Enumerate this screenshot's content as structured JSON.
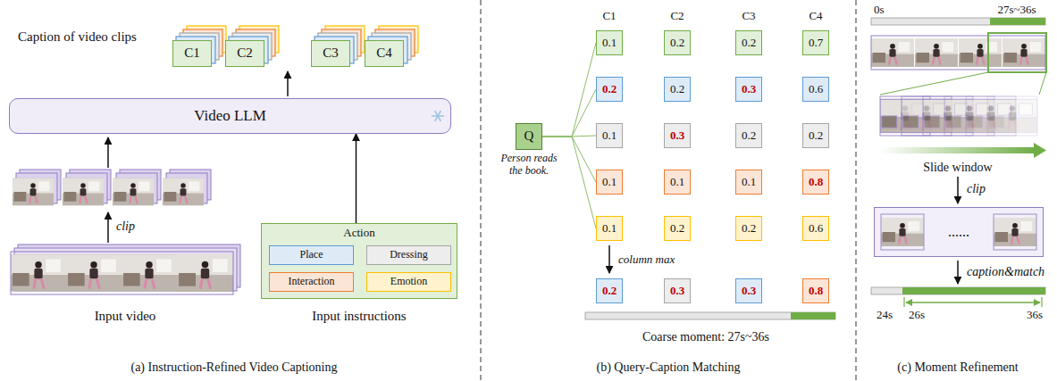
{
  "diagram": {
    "nodes": [
      {
        "text": [
          "C1"
        ]
      },
      {
        "text": [
          "C2"
        ]
      },
      {
        "text": [
          "C3"
        ]
      },
      {
        "text": [
          "C4"
        ]
      },
      {
        "text": [
          "Video LLM"
        ]
      },
      {
        "text": [
          "Action"
        ]
      },
      {
        "text": [
          "Place"
        ],
        "in": 5
      },
      {
        "text": [
          "Dressing"
        ],
        "in": 5
      },
      {
        "text": [
          "Interaction"
        ],
        "in": 5
      },
      {
        "text": [
          "Emotion"
        ],
        "in": 5
      },
      {
        "text": [
          "Q",
          "Person reads the book."
        ]
      },
      {
        "text": [
          "0.1"
        ]
      },
      {
        "text": [
          "0.2"
        ]
      },
      {
        "text": [
          "0.2"
        ]
      },
      {
        "text": [
          "0.7"
        ]
      },
      {
        "text": [
          "0.2"
        ]
      },
      {
        "text": [
          "0.2"
        ]
      },
      {
        "text": [
          "0.3"
        ]
      },
      {
        "text": [
          "0.6"
        ]
      },
      {
        "text": [
          "0.1"
        ]
      },
      {
        "text": [
          "0.3"
        ]
      },
      {
        "text": [
          "0.2"
        ]
      },
      {
        "text": [
          "0.2"
        ]
      },
      {
        "text": [
          "0.1"
        ]
      },
      {
        "text": [
          "0.1"
        ]
      },
      {
        "text": [
          "0.1"
        ]
      },
      {
        "text": [
          "0.8"
        ]
      },
      {
        "text": [
          "0.1"
        ]
      },
      {
        "text": [
          "0.2"
        ]
      },
      {
        "text": [
          "0.2"
        ]
      },
      {
        "text": [
          "0.6"
        ]
      },
      {
        "text": [
          "0.2"
        ]
      },
      {
        "text": [
          "0.3"
        ]
      },
      {
        "text": [
          "0.3"
        ]
      },
      {
        "text": [
          "0.8"
        ]
      },
      {
        "text": [
          "......"
        ]
      }
    ],
    "edges": [
      {
        "from": 5,
        "to": 4,
        "arrow": "to"
      },
      {
        "from": 10,
        "to": 11,
        "arrow": "none"
      },
      {
        "from": 10,
        "to": 15,
        "arrow": "none"
      },
      {
        "from": 10,
        "to": 19,
        "arrow": "none"
      },
      {
        "from": 10,
        "to": 23,
        "arrow": "none"
      },
      {
        "from": 10,
        "to": 27,
        "arrow": "none"
      }
    ],
    "labels": [
      "Caption of video clips",
      "clip",
      "Input video",
      "Input instructions",
      "(a) Instruction-Refined Video Captioning",
      "C1",
      "C2",
      "C3",
      "C4",
      "column max",
      "Coarse moment: 27s~36s",
      "(b) Query-Caption Matching",
      "0s",
      "27s~36s",
      "Slide window",
      "clip",
      "caption&match",
      "24s",
      "26s",
      "36s",
      "(c) Moment Refinement"
    ]
  }
}
